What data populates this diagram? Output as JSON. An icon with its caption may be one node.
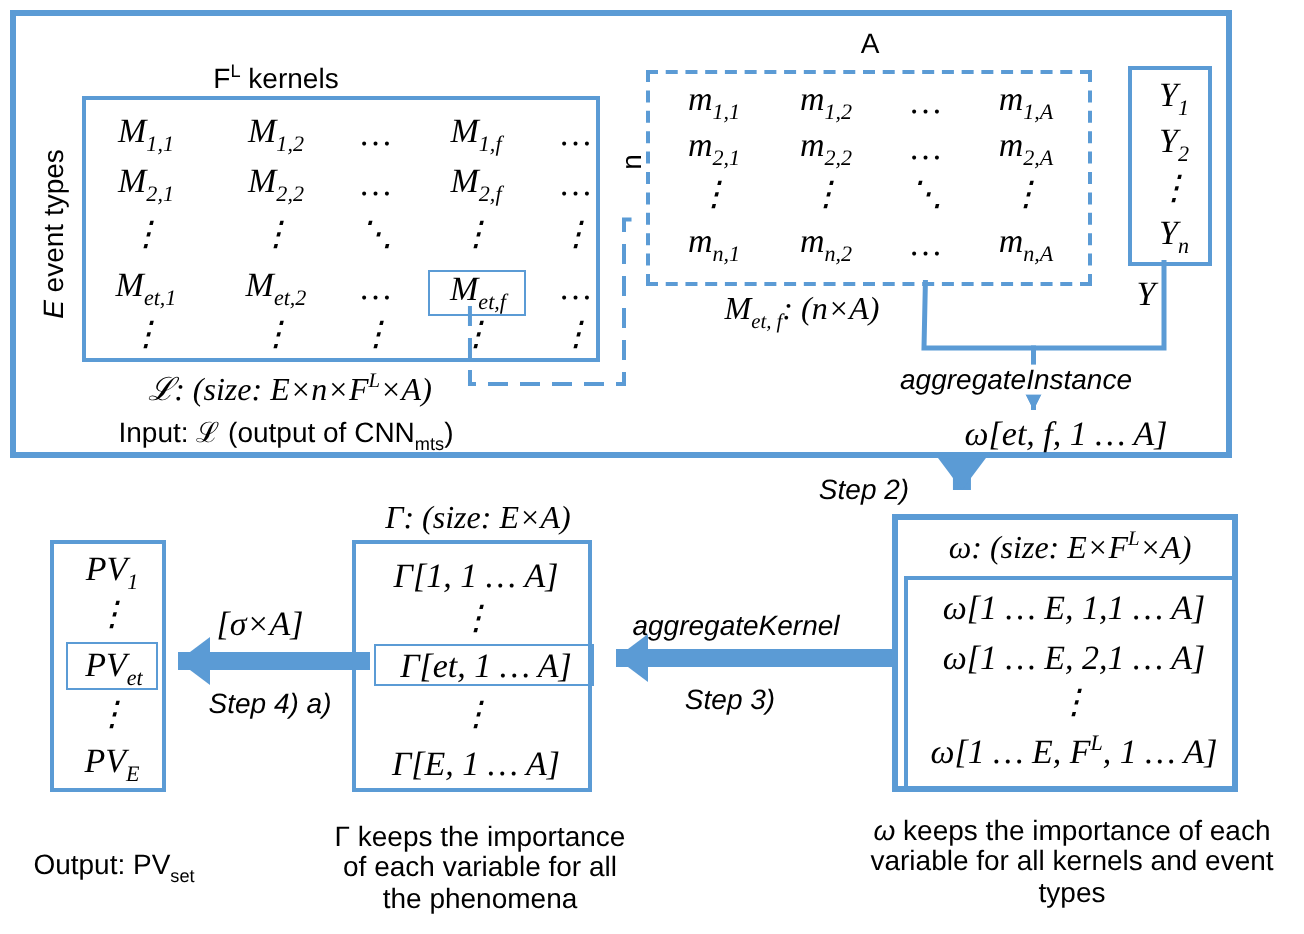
{
  "diagram": {
    "nodes": [
      {
        "text": [
          "Input: ℒ (output of CNN$_{mts}$)"
        ]
      },
      {
        "text": [
          "F$^{L}$ kernels",
          "*E* event types",
          "ℒ: (size: E×n×F$^{L}$×A)",
          "M$_{1,1}$",
          "M$_{1,2}$",
          "…",
          "M$_{1,f}$",
          "…",
          "M$_{2,1}$",
          "M$_{2,2}$",
          "…",
          "M$_{2,f}$",
          "…",
          "⋮",
          "⋮",
          "⋱",
          "⋮",
          "⋮",
          "M$_{et,1}$",
          "M$_{et,2}$",
          "…",
          "…",
          "⋮",
          "⋮",
          "⋮",
          "⋮",
          "⋮"
        ],
        "in": 0
      },
      {
        "text": [
          "M$_{et,f}$"
        ],
        "in": 1
      },
      {
        "text": [
          "A",
          "n",
          "M$_{et, f}$: (n×A)",
          "m$_{1,1}$",
          "m$_{1,2}$",
          "…",
          "m$_{1,A}$",
          "m$_{2,1}$",
          "m$_{2,2}$",
          "…",
          "m$_{2,A}$",
          "⋮",
          "⋮",
          "⋱",
          "⋮",
          "m$_{n,1}$",
          "m$_{n,2}$",
          "…",
          "m$_{n,A}$"
        ],
        "in": 0
      },
      {
        "text": [
          "Y$_{1}$",
          "Y$_{2}$",
          "⋮",
          "Y$_{n}$"
        ],
        "beside": [
          "Y"
        ],
        "in": 0
      },
      {
        "text": [
          "ω[et, f, 1 … A]"
        ],
        "in": 0
      },
      {
        "text": [
          "ω: (size: E×F$^{L}$×A)"
        ],
        "beside": [
          "*ω* keeps the importance of each variable for all kernels and event types"
        ]
      },
      {
        "text": [
          "ω[1 … E, 1,1 … A]",
          "ω[1 … E, 2,1 … A]",
          "⋮",
          "ω[1 … E, F$^{L}$, 1 … A]"
        ],
        "in": 6
      },
      {
        "text": [
          "Γ: (size: E×A)",
          "Γ[1, 1 … A]",
          "⋮",
          "⋮",
          "Γ[E, 1 … A]"
        ],
        "beside": [
          "Γ keeps the importance of each variable for all the phenomena"
        ]
      },
      {
        "text": [
          "Γ[et, 1 … A]"
        ],
        "in": 8
      },
      {
        "text": [
          "PV$_{1}$",
          "⋮",
          "⋮",
          "PV$_{E}$"
        ],
        "beside": [
          "Output: PV$_{set}$"
        ]
      },
      {
        "text": [
          "PV$_{et}$"
        ],
        "in": 10
      }
    ],
    "edges": [
      {
        "from": 2,
        "to": 3,
        "arrow": "none",
        "style": "dashed"
      },
      {
        "from": 3,
        "to": 5,
        "arrow": "to",
        "label": "aggregateInstance"
      },
      {
        "from": 4,
        "to": 5,
        "arrow": "to"
      },
      {
        "from": 0,
        "to": 6,
        "arrow": "to",
        "style": "thick"
      },
      {
        "from": 6,
        "to": 8,
        "arrow": "to",
        "style": "thick",
        "label": "aggregateKernel"
      },
      {
        "from": 9,
        "to": 11,
        "arrow": "to",
        "style": "thick",
        "label": "[σ×A]"
      }
    ],
    "labels": [
      "Step 2)",
      "Step 4) a)",
      "Step 3)"
    ]
  }
}
